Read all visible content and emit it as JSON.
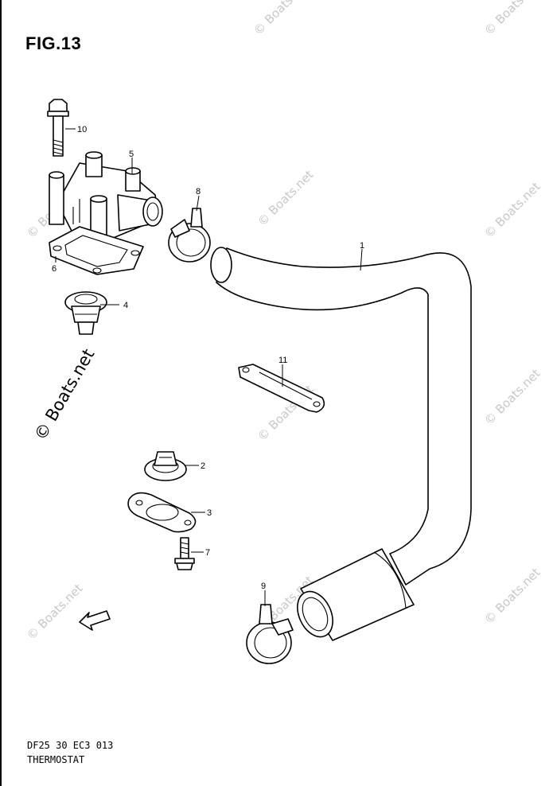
{
  "figure": {
    "title": "FIG.13",
    "model_code": "DF25 30 EC3  013",
    "name": "THERMOSTAT"
  },
  "callouts": [
    "1",
    "2",
    "3",
    "4",
    "5",
    "6",
    "7",
    "8",
    "9",
    "10",
    "11"
  ],
  "watermark": {
    "text": "© Boats.net"
  },
  "colors": {
    "line": "#000000",
    "background": "#ffffff",
    "watermark": "#c8c8c8"
  }
}
